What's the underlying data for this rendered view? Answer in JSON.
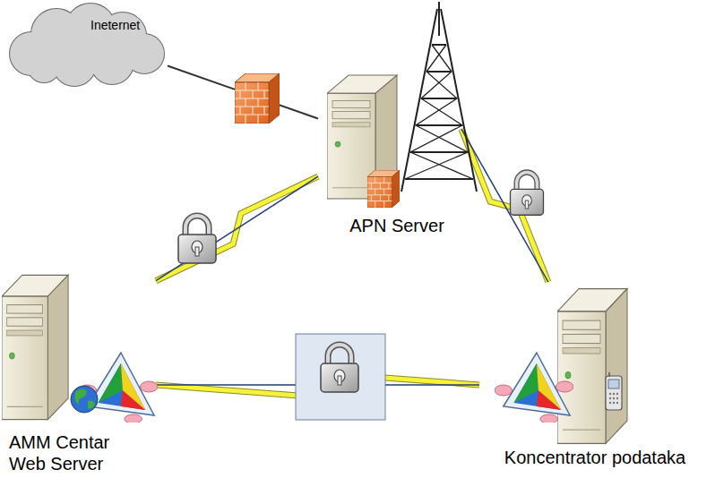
{
  "diagram": {
    "nodes": [
      {
        "text": [
          "Ineternet"
        ]
      },
      {
        "text": [
          "APN Server"
        ]
      },
      {
        "text": [
          "AMM Centar Web Server"
        ]
      },
      {
        "text": [
          "Koncentrator podataka"
        ]
      }
    ],
    "edges": [
      {
        "from": 0,
        "to": 1,
        "arrow": "none"
      },
      {
        "from": 1,
        "to": 2,
        "arrow": "none"
      },
      {
        "from": 1,
        "to": 3,
        "arrow": "none"
      },
      {
        "from": 2,
        "to": 3,
        "arrow": "none"
      }
    ]
  }
}
